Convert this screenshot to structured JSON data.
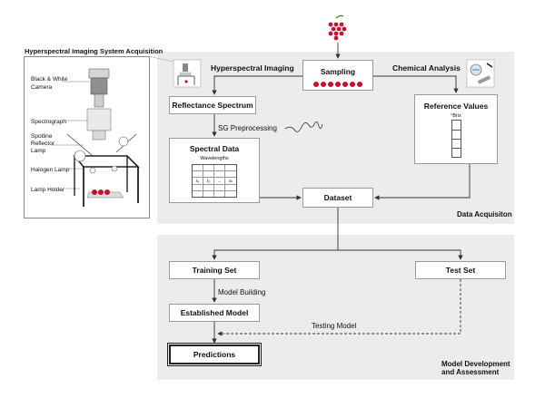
{
  "left_panel": {
    "title": "Hyperspectral Imaging System Acquisition",
    "labels": {
      "camera": "Black & White\nCamera",
      "spectrograph": "Spectrograph",
      "spotline": "Spotline\nReflector\nLamp",
      "halogen": "Halogen Lamp",
      "holder": "Lamp Holder"
    }
  },
  "top": {
    "sampling": "Sampling",
    "hyperspectral_imaging": "Hyperspectral Imaging",
    "chemical_analysis": "Chemical Analysis",
    "reflectance_spectrum": "Reflectance Spectrum",
    "reference_values": "Reference Values",
    "brix": "°Brix",
    "sg_preprocessing": "SG Preprocessing",
    "spectral_data": "Spectral Data",
    "wavelengths": "Wavelengths",
    "wl_cells": [
      "λ₁",
      "λ₂",
      "...",
      "λₙ"
    ],
    "dataset": "Dataset",
    "section_label": "Data Acquisiton"
  },
  "bottom": {
    "training_set": "Training Set",
    "test_set": "Test Set",
    "model_building": "Model Building",
    "established_model": "Established Model",
    "testing_model": "Testing Model",
    "predictions": "Predictions",
    "section_label": "Model Development\nand Assessment"
  },
  "colors": {
    "panel": "#ececec",
    "grape": "#c8102e",
    "border": "#9a9a9a",
    "arrow": "#333333"
  }
}
